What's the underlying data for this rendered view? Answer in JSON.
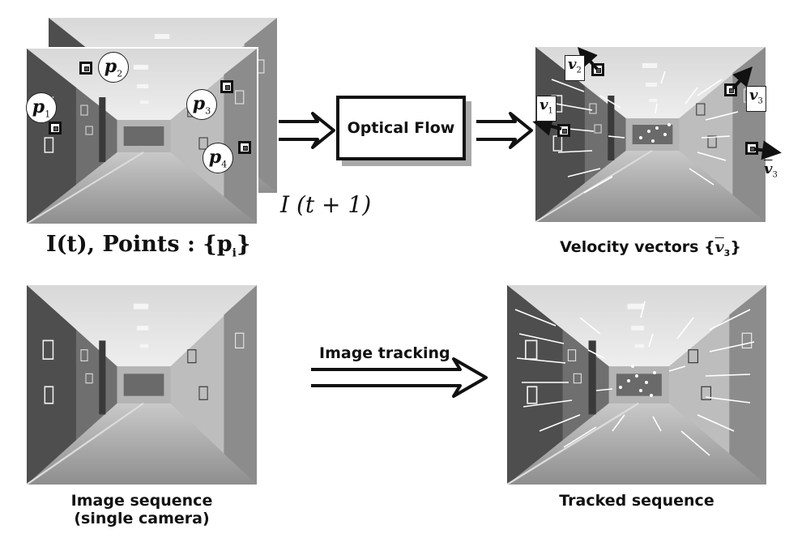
{
  "frame_next_label": "I (t + 1)",
  "frame_current_label": {
    "main": "I(t), Points : {p",
    "sub": "i",
    "close": "}"
  },
  "points": [
    {
      "letter": "p",
      "sub": "1"
    },
    {
      "letter": "p",
      "sub": "2"
    },
    {
      "letter": "p",
      "sub": "3"
    },
    {
      "letter": "p",
      "sub": "4"
    }
  ],
  "process_box_label": "Optical Flow",
  "velocity_labels": [
    {
      "letter": "v",
      "sub": "1"
    },
    {
      "letter": "v",
      "sub": "2"
    },
    {
      "letter": "v",
      "sub": "3"
    },
    {
      "letter": "v",
      "sub": "3"
    }
  ],
  "velocity_caption": {
    "main": "Velocity vectors {",
    "vec": "v",
    "sub": "3",
    "close": "}"
  },
  "tracking_arrow_label": "Image tracking",
  "sequence_caption_line1": "Image sequence",
  "sequence_caption_line2": "(single camera)",
  "tracked_caption": "Tracked sequence"
}
